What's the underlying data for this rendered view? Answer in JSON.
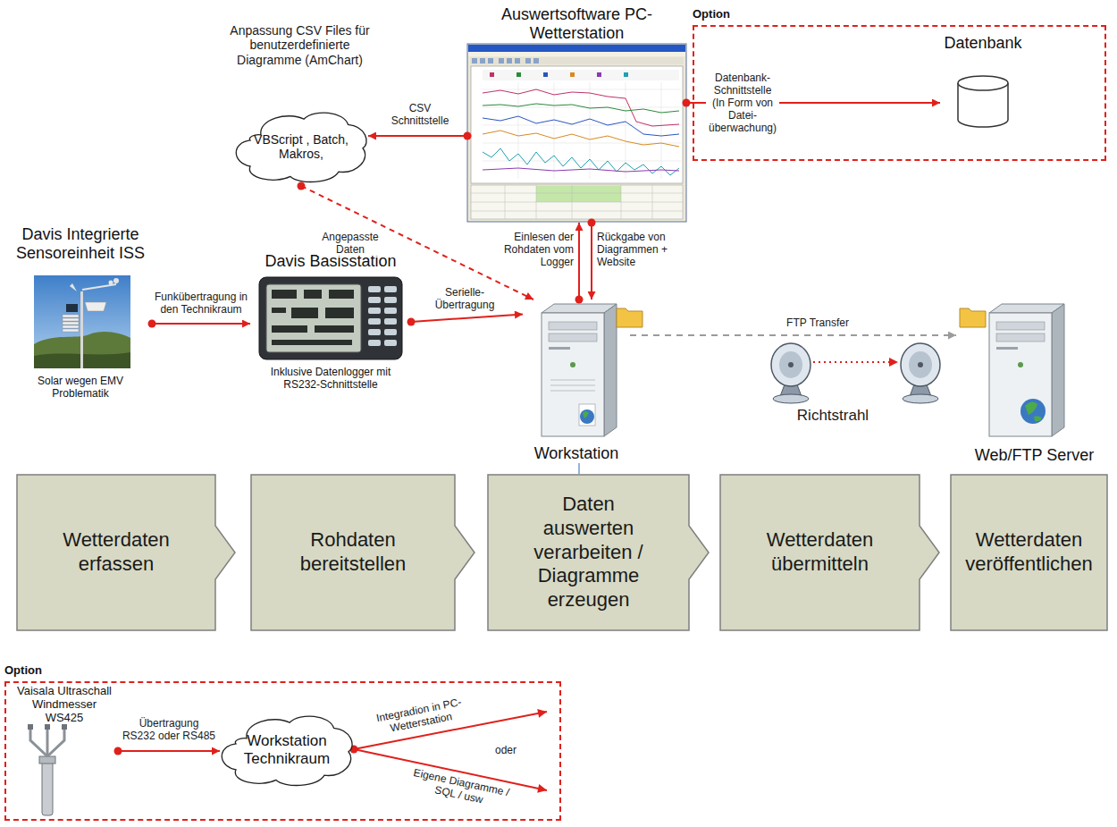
{
  "diagram": {
    "nodes": [
      {
        "text": [
          "Auswertsoftware PC-Wetterstation"
        ]
      },
      {
        "text": [
          "Option"
        ]
      },
      {
        "text": [
          "Datenbank"
        ],
        "in": 1
      },
      {
        "text": [
          "VBScript , Batch, Makros,"
        ]
      },
      {
        "text": [
          "Davis Integrierte Sensoreinheit ISS",
          "Solar wegen EMV Problematik"
        ]
      },
      {
        "text": [
          "Davis Basisstation",
          "Inklusive Datenlogger mit RS232-Schnittstelle"
        ]
      },
      {
        "text": [
          "Workstation"
        ]
      },
      {
        "text": [
          "Web/FTP Server"
        ]
      },
      {
        "text": [
          "Wetterdaten erfassen"
        ]
      },
      {
        "text": [
          "Rohdaten bereitstellen"
        ]
      },
      {
        "text": [
          "Daten auswerten verarbeiten / Diagramme erzeugen"
        ]
      },
      {
        "text": [
          "Wetterdaten übermitteln"
        ]
      },
      {
        "text": [
          "Wetterdaten veröffentlichen"
        ]
      },
      {
        "text": [
          "Option"
        ]
      },
      {
        "text": [
          "Vaisala Ultraschall Windmesser WS425"
        ],
        "in": 13
      },
      {
        "text": [
          "Workstation Technikraum"
        ],
        "in": 13
      }
    ],
    "edges": [
      {
        "from": 4,
        "to": 5,
        "label": "Funkübertragung in den Technikraum",
        "arrow": "to"
      },
      {
        "from": 5,
        "to": 6,
        "label": "Serielle- Übertragung",
        "arrow": "to"
      },
      {
        "from": 0,
        "to": 3,
        "label": "CSV Schnittstelle",
        "arrow": "to"
      },
      {
        "from": 3,
        "to": 6,
        "label": "Angepasste Daten",
        "arrow": "to"
      },
      {
        "from": 6,
        "to": 0,
        "label": "Einlesen der Rohdaten vom Logger",
        "arrow": "to"
      },
      {
        "from": 0,
        "to": 6,
        "label": "Rückgabe von Diagrammen + Website",
        "arrow": "to"
      },
      {
        "from": 0,
        "to": 2,
        "label": "Datenbank- Schnittstelle (In Form von Datei- überwachung)",
        "arrow": "to"
      },
      {
        "from": 6,
        "to": 7,
        "label": "FTP Transfer",
        "arrow": "to"
      },
      {
        "from": 6,
        "to": 10,
        "arrow": "none"
      },
      {
        "from": 14,
        "to": 15,
        "label": "Übertragung RS232 oder RS485",
        "arrow": "to"
      }
    ],
    "labels": [
      "Anpassung CSV Files für benutzerdefinierte Diagramme (AmChart)",
      "Richtstrahl",
      "Integradion in PC-Wetterstation",
      "oder",
      "Eigene Diagramme / SQL / usw"
    ]
  }
}
